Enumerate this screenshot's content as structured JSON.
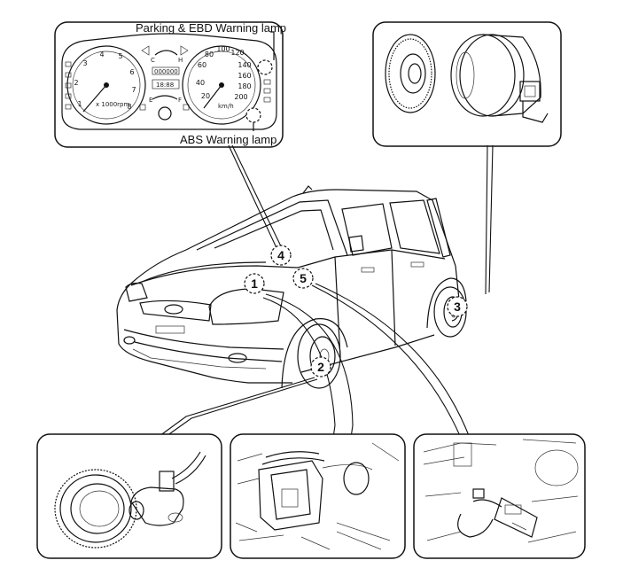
{
  "labels": {
    "parking_ebd": "Parking & EBD Warning lamp",
    "abs": "ABS Warning lamp"
  },
  "callouts": [
    "1",
    "2",
    "3",
    "4",
    "5"
  ],
  "cluster": {
    "tach_numbers": [
      "1",
      "2",
      "3",
      "4",
      "5",
      "6",
      "7",
      "8"
    ],
    "tach_unit": "x 1000rpm",
    "speed_numbers": [
      "20",
      "40",
      "60",
      "80",
      "100",
      "120",
      "140",
      "160",
      "180",
      "200"
    ],
    "speed_unit": "km/h",
    "temp_c": "C",
    "temp_h": "H",
    "fuel_e": "E",
    "fuel_f": "F",
    "odo_a": "000000",
    "odo_b": "18:88"
  }
}
